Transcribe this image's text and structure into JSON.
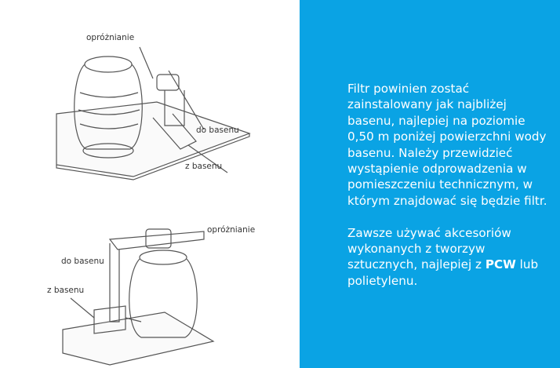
{
  "diagram_top": {
    "labels": {
      "drain": "opróżnianie",
      "to_pool": "do basenu",
      "from_pool": "z basenu"
    }
  },
  "diagram_bottom": {
    "labels": {
      "drain": "opróżnianie",
      "to_pool": "do basenu",
      "from_pool": "z basenu"
    }
  },
  "panel": {
    "paragraph1": "Filtr powinien zostać zainstalowany jak najbliżej basenu, najlepiej na poziomie 0,50 m poniżej powierzchni wody basenu. Należy przewidzieć wystąpienie odprowadzenia w pomieszczeniu technicznym, w którym znajdować się będzie filtr.",
    "paragraph2_a": "Zawsze używać akcesoriów wykonanych z tworzyw sztucznych, najlepiej z ",
    "paragraph2_bold": "PCW",
    "paragraph2_b": " lub polietylenu.",
    "color": "#0aa3e4"
  }
}
